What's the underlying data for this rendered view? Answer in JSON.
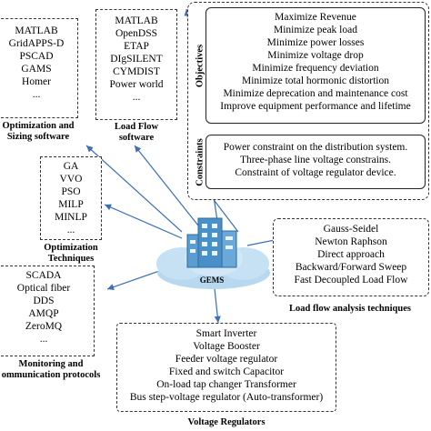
{
  "hub": {
    "label": "GEMS"
  },
  "opt_software": {
    "items": [
      "MATLAB",
      "GridAPPS-D",
      "PSCAD",
      "GAMS",
      "Homer",
      "..."
    ],
    "caption": [
      "Optimization and",
      "Sizing software"
    ]
  },
  "lf_software": {
    "items": [
      "MATLAB",
      "OpenDSS",
      "ETAP",
      "DIgSILENT",
      "CYMDIST",
      "Power world",
      "..."
    ],
    "caption": [
      "Load Flow",
      "software"
    ]
  },
  "objectives": {
    "label": "Objectives",
    "items": [
      "Maximize Revenue",
      "Minimize peak load",
      "Minimize power losses",
      "Minimize voltage drop",
      "Minimize frequency deviation",
      "Minimize total hormonic distortion",
      "Minimize deprecation and maintenance cost",
      "Improve equipment performance and lifetime"
    ]
  },
  "constraints": {
    "label": "Constraints",
    "items": [
      "Power constraint  on the distribution system.",
      "Three-phase line voltage constrains.",
      "Constraint of voltage regulator device."
    ]
  },
  "opt_techniques": {
    "items": [
      "GA",
      "VVO",
      "PSO",
      "MILP",
      "MINLP",
      "..."
    ],
    "caption": [
      "Optimization",
      "Techniques"
    ]
  },
  "lf_techniques": {
    "items": [
      "Gauss-Seidel",
      "Newton Raphson",
      "Direct approach",
      "Backward/Forward Sweep",
      "Fast Decoupled Load Flow"
    ],
    "caption": [
      "Load flow analysis techniques"
    ]
  },
  "monitoring": {
    "items": [
      "SCADA",
      "Optical fiber",
      "DDS",
      "AMQP",
      "ZeroMQ",
      "..."
    ],
    "caption": [
      "Monitoring and",
      "ommunication protocols"
    ]
  },
  "regulators": {
    "items": [
      "Smart Inverter",
      "Voltage Booster",
      "Feeder voltage regulator",
      "Fixed and switch Capacitor",
      "On-load tap changer Transformer",
      "Bus step-voltage regulator (Auto-transformer)"
    ],
    "caption": [
      "Voltage Regulators"
    ]
  },
  "colors": {
    "arrow": "#3b6fb6",
    "cloud": "#b8d8f0",
    "building": "#4a90c8",
    "dashed": "#333333"
  }
}
